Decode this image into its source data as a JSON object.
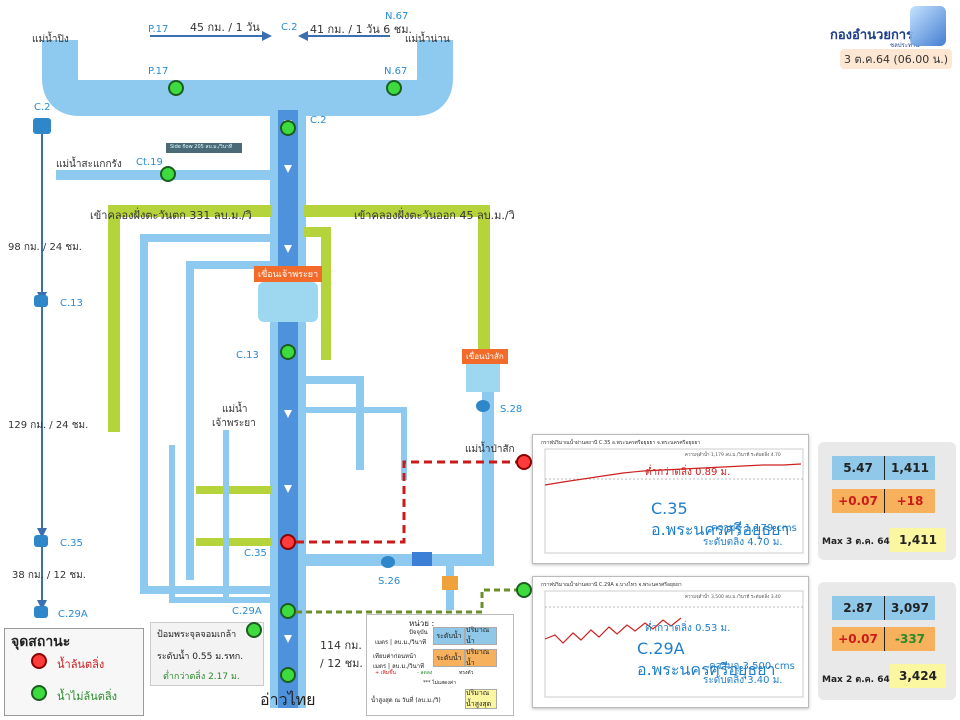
{
  "header": {
    "org_name": "กองอำนวยการ",
    "org_sub": "ชลประทาน",
    "date": "3 ต.ค.64 (06.00 น.)"
  },
  "top_flow": {
    "p17": "P.17",
    "left_travel": "45 กม. / 1 วัน",
    "c2": "C.2",
    "right_travel": "41 กม. / 1 วัน 6 ชม.",
    "n67": "N.67",
    "ping_river": "แม่น้ำปิง",
    "nan_river": "แม่น้ำน่าน"
  },
  "stations": {
    "p17": "P.17",
    "n67": "N.67",
    "c2_main": "C.2",
    "c2_left": "C.2",
    "ct19": "Ct.19",
    "c13_left": "C.13",
    "c13_main": "C.13",
    "c35_left": "C.35",
    "c35_main": "C.35",
    "c29a_left": "C.29A",
    "c29a_main": "C.29A",
    "s28": "S.28",
    "s26": "S.26"
  },
  "labels": {
    "sakae_krang": "แม่น้ำสะแกกรัง",
    "side_flow": "Side flow  205 ลบ.ม./วินาที",
    "west_canal": "เข้าคลองฝั่งตะวันตก 331 ลบ.ม./วิ",
    "east_canal": "เข้าคลองฝั่งตะวันออก 45 ลบ.ม./วิ",
    "chao_phraya_dam": "เขื่อนเจ้าพระยา",
    "pasak_dam": "เขื่อนป่าสัก",
    "chao_phraya_river_1": "แม่น้ำ",
    "chao_phraya_river_2": "เจ้าพระยา",
    "pasak_river": "แม่น้ำป่าสัก",
    "gulf": "อ่าวไทย",
    "dist_98": "98 กม.  /  24 ชม.",
    "dist_129": "129 กม.  / 24 ชม.",
    "dist_38": "38 กม.  / 12 ชม.",
    "dist_114a": "114 กม.",
    "dist_114b": "/ 12 ชม."
  },
  "legend": {
    "title": "จุดสถานะ",
    "overflow": "น้ำล้นตลิ่ง",
    "no_overflow": "น้ำไม่ล้นตลิ่ง"
  },
  "fort": {
    "title": "ป้อมพระจุลจอมเกล้า",
    "level": "ระดับน้ำ  0.55 ม.รทก.",
    "below": "ต่ำกว่าตลิ่ง 2.17 ม."
  },
  "info_box": {
    "unit": "หน่วย :",
    "present": "ปัจจุบัน",
    "unit_line": "เมตร | ลบ.ม./วินาที",
    "compare": "เทียบค่าก่อนหน้า",
    "compare_unit": "เมตร | ลบ.ม./วินาที",
    "water_level": "ระดับน้ำ",
    "water_volume": "ปริมาณน้ำ",
    "increase": "+ เพิ่มขึ้น",
    "decrease": "- ลดลง",
    "steady": "ทรงตัว",
    "no_show": "*** ไม่แสดงค่า",
    "max_label": "น้ำสูงสุด ณ วันที่ (ลบ.ม./วิ)",
    "max_volume": "ปริมาณน้ำสูงสุด"
  },
  "c35": {
    "chart_title": "กราฟปริมาณน้ำผ่านสถานี C.35 อ.พระนครศรีอยุธยา จ.พระนครศรีอยุธยา",
    "below_bank": "ต่ำกว่าตลิ่ง 0.89 ม.",
    "legend_note": "ความจุลำน้ำ 1,179 ลบ.ม./วินาที ระดับตลิ่ง 4.70",
    "station_name": "C.35 อ.พระนครศรีอยุธยา",
    "capacity": "ความจุ 1,179 cms",
    "bank": "ระดับตลิ่ง 4.70 ม.",
    "level": "5.47",
    "flow": "1,411",
    "level_change": "+0.07",
    "flow_change": "+18",
    "max_label": "Max 3 ต.ค. 64",
    "max_value": "1,411"
  },
  "c29a": {
    "chart_title": "กราฟปริมาณน้ำผ่านสถานี C.29A อ.บางไทร จ.พระนครศรีอยุธยา",
    "below_bank": "ต่ำกว่าตลิ่ง 0.53 ม.",
    "legend_note": "ความจุลำน้ำ 3,500 ลบ.ม./วินาที ระดับตลิ่ง 3.40",
    "station_name": "C.29A อ.พระนครศรีอยุธยา",
    "capacity": "ความจุ 3,500 cms",
    "bank": "ระดับตลิ่ง 3.40 ม.",
    "level": "2.87",
    "flow": "3,097",
    "level_change": "+0.07",
    "flow_change": "-337",
    "max_label": "Max 2 ต.ค. 64",
    "max_value": "3,424"
  },
  "colors": {
    "river_blue": "#8ec9ef",
    "canal_green": "#b5d43b",
    "overflow_red": "#ff3b3b",
    "normal_green": "#3ddb3d"
  }
}
